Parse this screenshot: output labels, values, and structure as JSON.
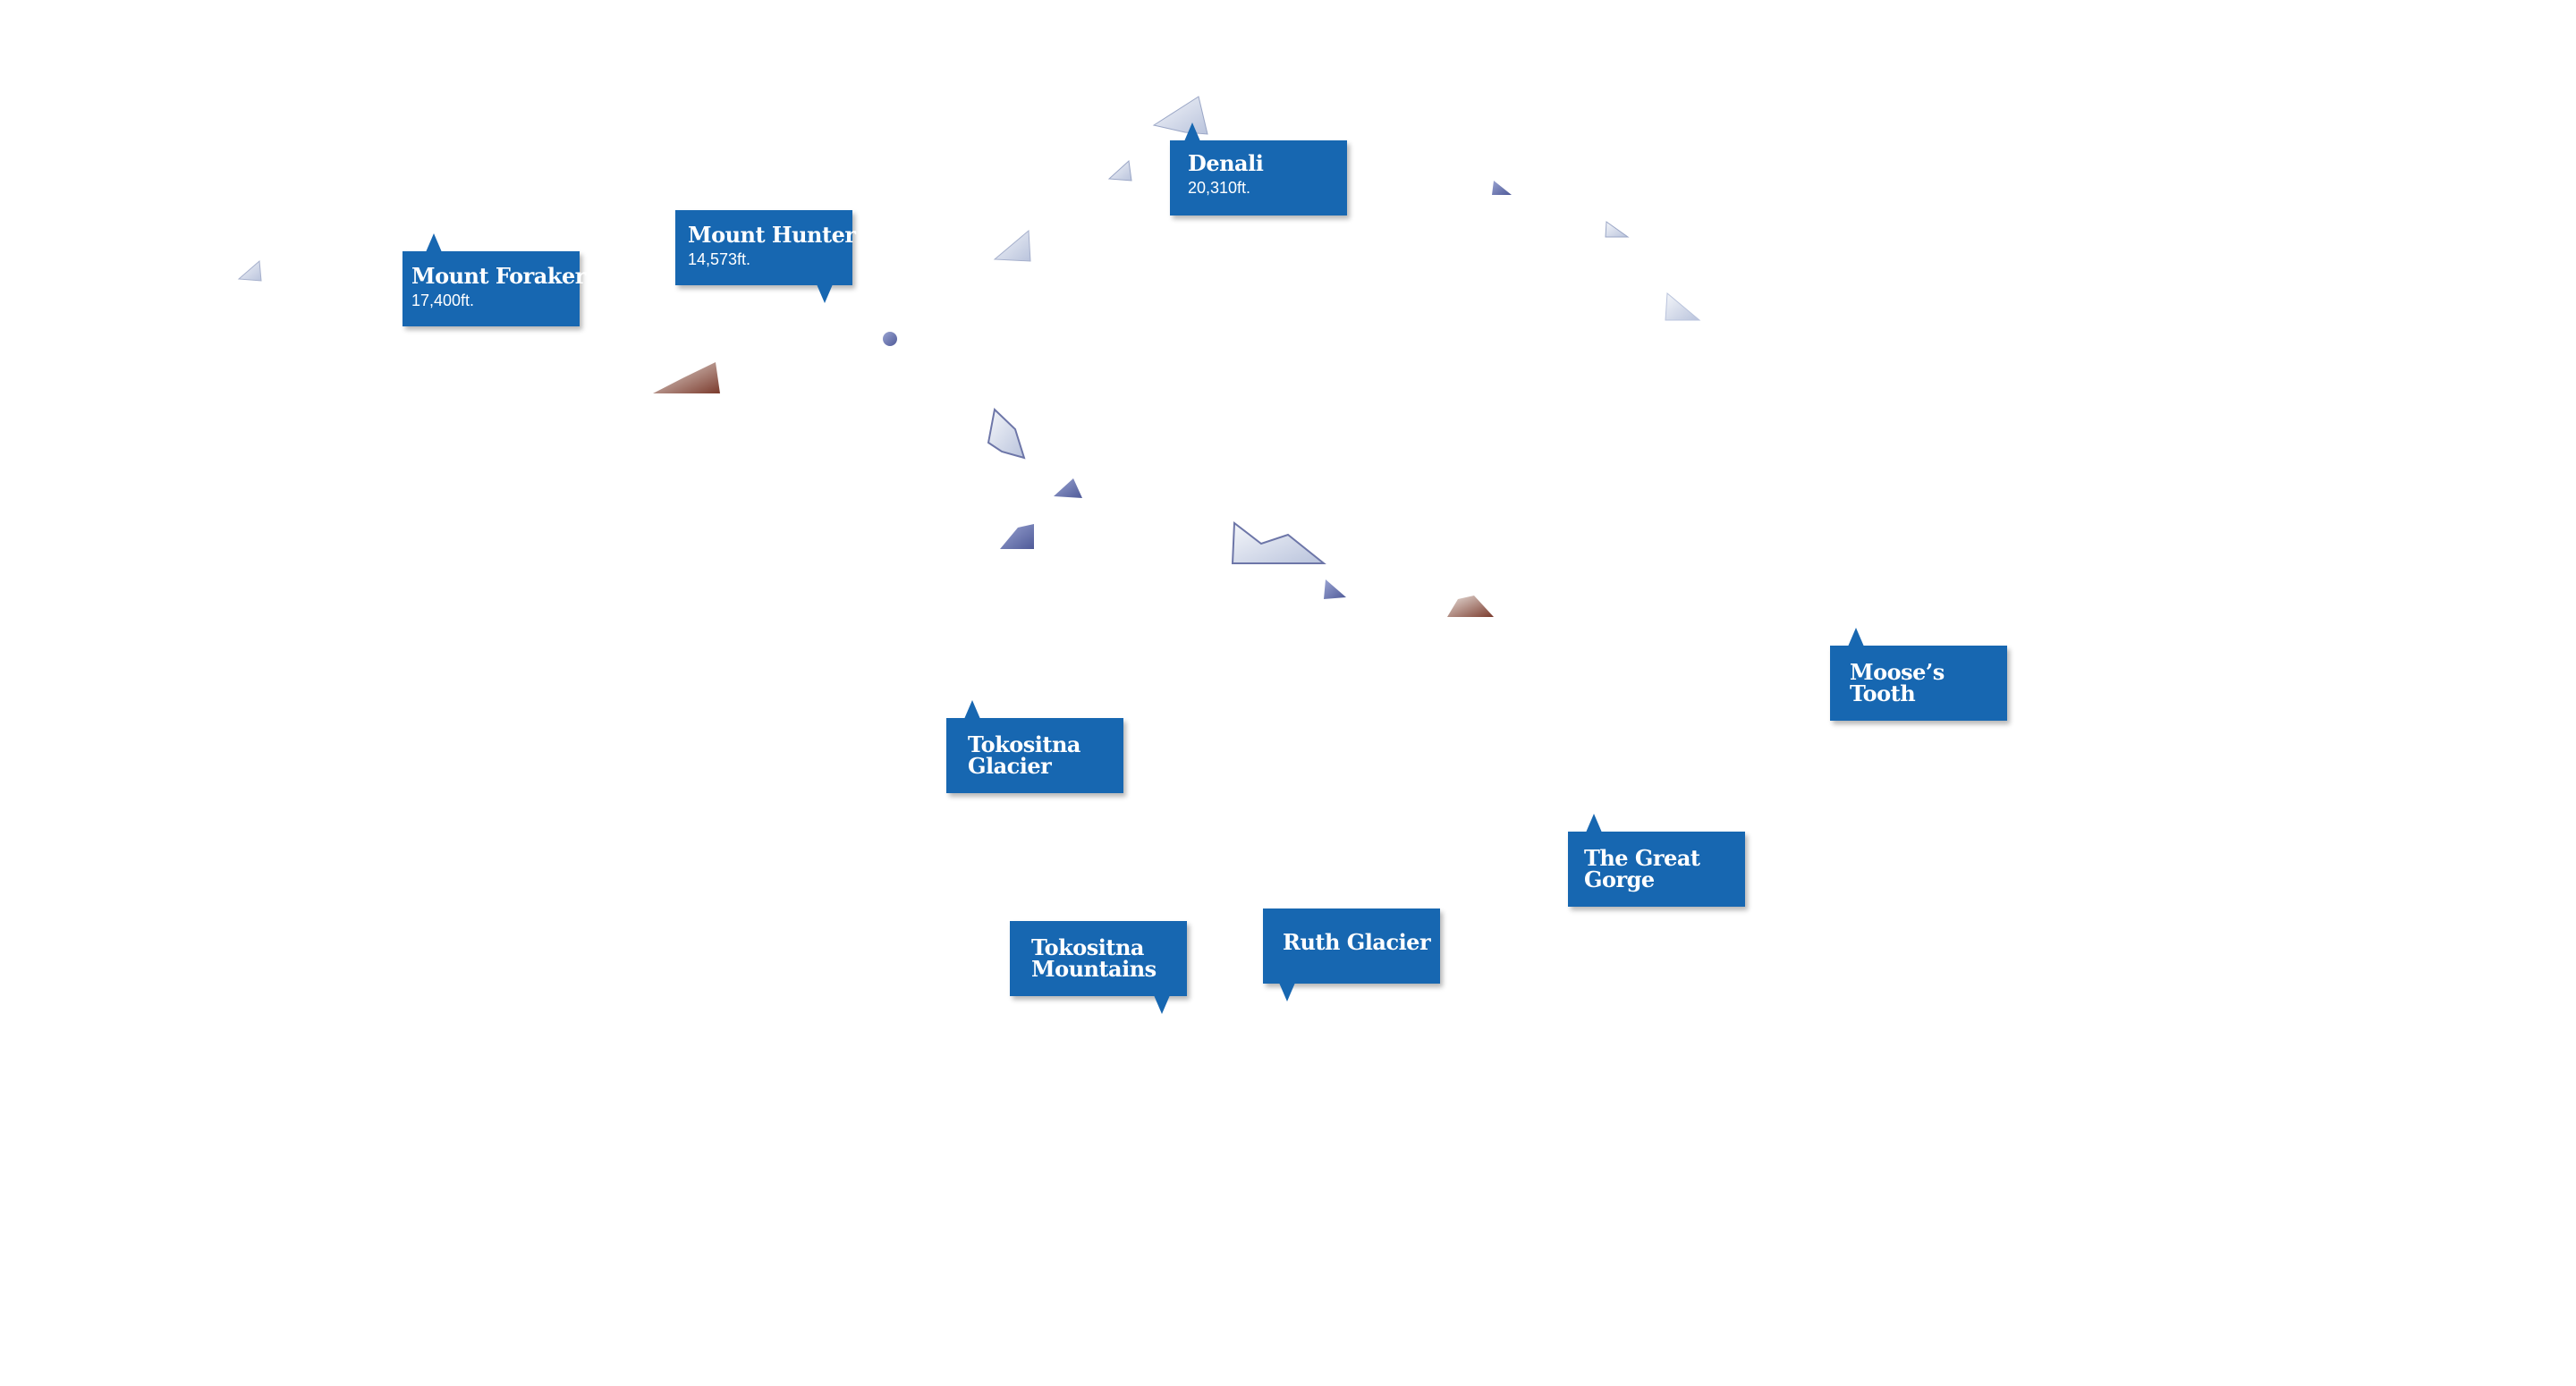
{
  "colors": {
    "label_fill": "#1767b1",
    "label_text": "#ffffff",
    "background": "#ffffff",
    "snow": "#e8edf3",
    "rock_blue": "#6f7bb5",
    "rock_brown": "#8a4a3c"
  },
  "labels": {
    "denali": {
      "name": "Denali",
      "elevation": "20,310ft."
    },
    "mount_hunter": {
      "name": "Mount Hunter",
      "elevation": "14,573ft."
    },
    "mount_foraker": {
      "name": "Mount Foraker",
      "elevation": "17,400ft."
    },
    "mooses_tooth": {
      "name": "Moose’s Tooth"
    },
    "tokositna_glacier": {
      "name": "Tokositna Glacier"
    },
    "the_great_gorge": {
      "name": "The Great Gorge"
    },
    "tokositna_mountains": {
      "name": "Tokositna Mountains"
    },
    "ruth_glacier": {
      "name": "Ruth Glacier"
    }
  }
}
